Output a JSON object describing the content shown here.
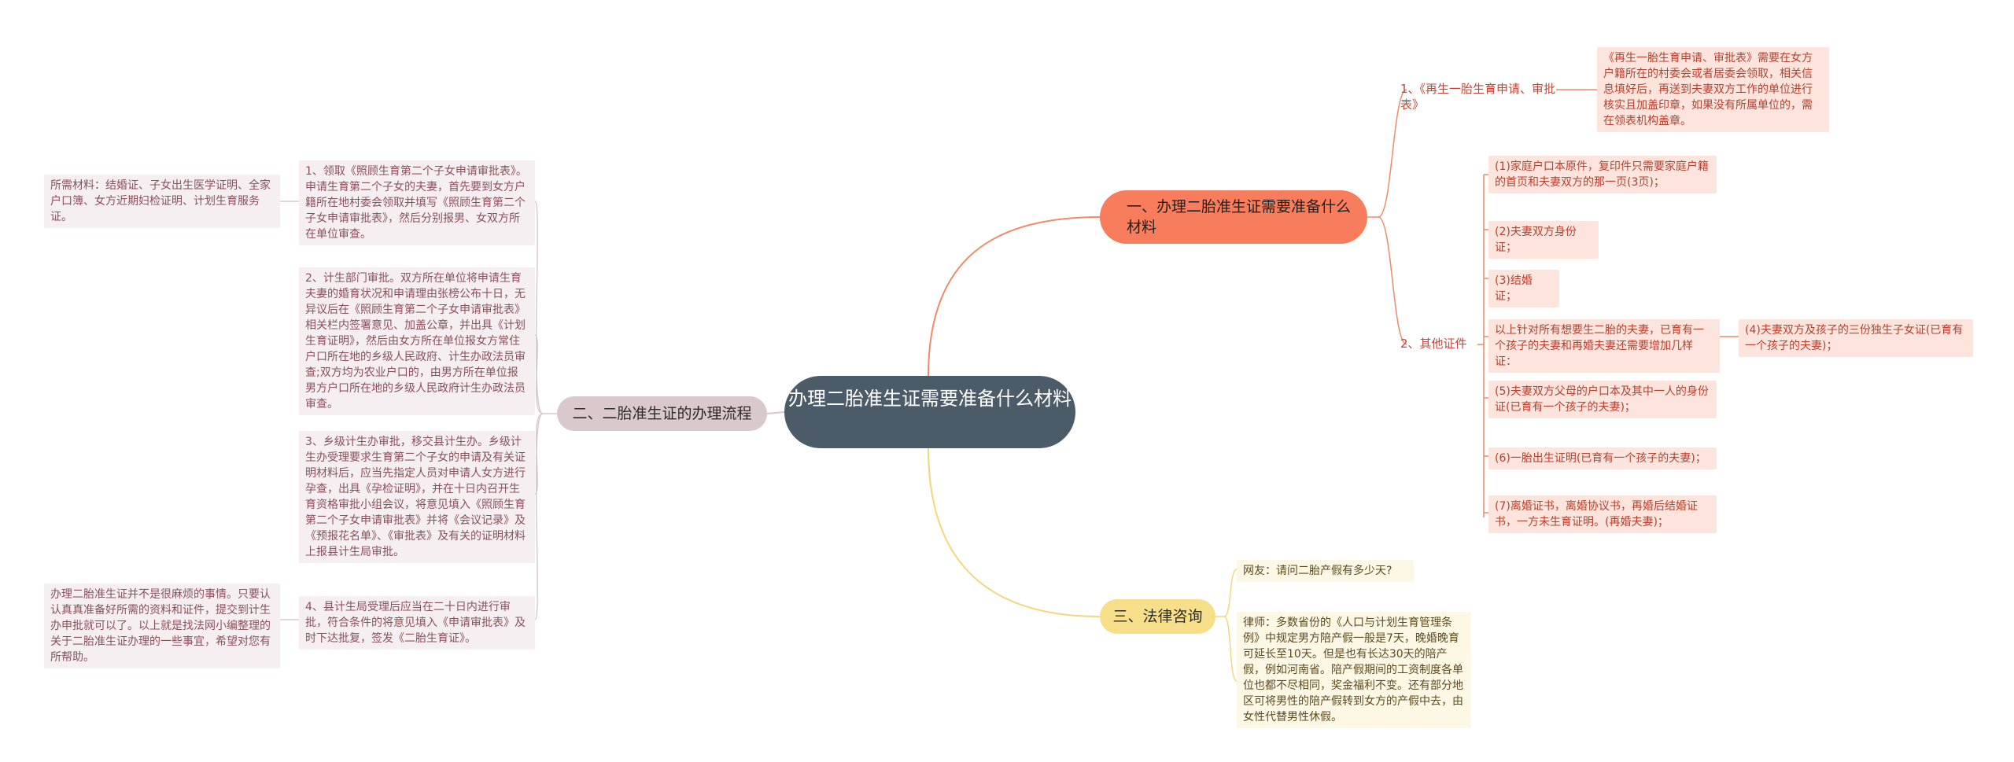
{
  "center": "办理二胎准生证需要准备什么材料",
  "branch1": {
    "title": "一、办理二胎准生证需要准备什么材料",
    "item1_label": "1、《再生一胎生育申请、审批表》",
    "item1_detail": "《再生一胎生育申请、审批表》需要在女方户籍所在的村委会或者居委会领取，相关信息填好后，再送到夫妻双方工作的单位进行核实且加盖印章，如果没有所属单位的，需在领表机构盖章。",
    "item2_label": "2、其他证件",
    "docs": [
      "(1)家庭户口本原件，复印件只需要家庭户籍的首页和夫妻双方的那一页(3页)；",
      "(2)夫妻双方身份证；",
      "(3)结婚证；",
      "以上针对所有想要生二胎的夫妻，已育有一个孩子的夫妻和再婚夫妻还需要增加几样证：",
      "(5)夫妻双方父母的户口本及其中一人的身份证(已育有一个孩子的夫妻)；",
      "(6)一胎出生证明(已育有一个孩子的夫妻)；",
      "(7)离婚证书，离婚协议书，再婚后结婚证书，一方未生育证明。(再婚夫妻)；"
    ],
    "doc4": "(4)夫妻双方及孩子的三份独生子女证(已育有一个孩子的夫妻)；"
  },
  "branch2": {
    "title": "二、二胎准生证的办理流程",
    "steps": [
      "1、领取《照顾生育第二个子女申请审批表》。申请生育第二个子女的夫妻，首先要到女方户籍所在地村委会领取并填写《照顾生育第二个子女申请审批表》，然后分别报男、女双方所在单位审查。",
      "2、计生部门审批。双方所在单位将申请生育夫妻的婚育状况和申请理由张榜公布十日，无异议后在《照顾生育第二个子女申请审批表》相关栏内签署意见、加盖公章，并出具《计划生育证明》，然后由女方所在单位报女方常住户口所在地的乡级人民政府、计生办政法员审查;双方均为农业户口的，由男方所在单位报男方户口所在地的乡级人民政府计生办政法员审查。",
      "3、乡级计生办审批，移交县计生办。乡级计生办受理要求生育第二个子女的申请及有关证明材料后，应当先指定人员对申请人女方进行孕查，出具《孕检证明》，并在十日内召开生育资格审批小组会议，将意见填入《照顾生育第二个子女申请审批表》并将《会议记录》及《预报花名单》、《审批表》及有关的证明材料上报县计生局审批。",
      "4、县计生局受理后应当在二十日内进行审批，符合条件的将意见填入《申请审批表》及时下达批复，签发《二胎生育证》。"
    ],
    "note1": "所需材料：结婚证、子女出生医学证明、全家户口簿、女方近期妇检证明、计划生育服务证。",
    "note4": "办理二胎准生证并不是很麻烦的事情。只要认认真真准备好所需的资料和证件，提交到计生办申批就可以了。以上就是找法网小编整理的关于二胎准生证办理的一些事宜，希望对您有所帮助。"
  },
  "branch3": {
    "title": "三、法律咨询",
    "question": "网友：请问二胎产假有多少天?",
    "answer": "律师：多数省份的《人口与计划生育管理条例》中规定男方陪产假一般是7天，晚婚晚育可延长至10天。但是也有长达30天的陪产假，例如河南省。陪产假期间的工资制度各单位也都不尽相同，奖金福利不变。还有部分地区可将男性的陪产假转到女方的产假中去，由女性代替男性休假。"
  },
  "colors": {
    "center": "#4c5b68",
    "branch1": "#f87d5d",
    "branch2": "#d9c9cc",
    "branch3": "#f7df89"
  }
}
